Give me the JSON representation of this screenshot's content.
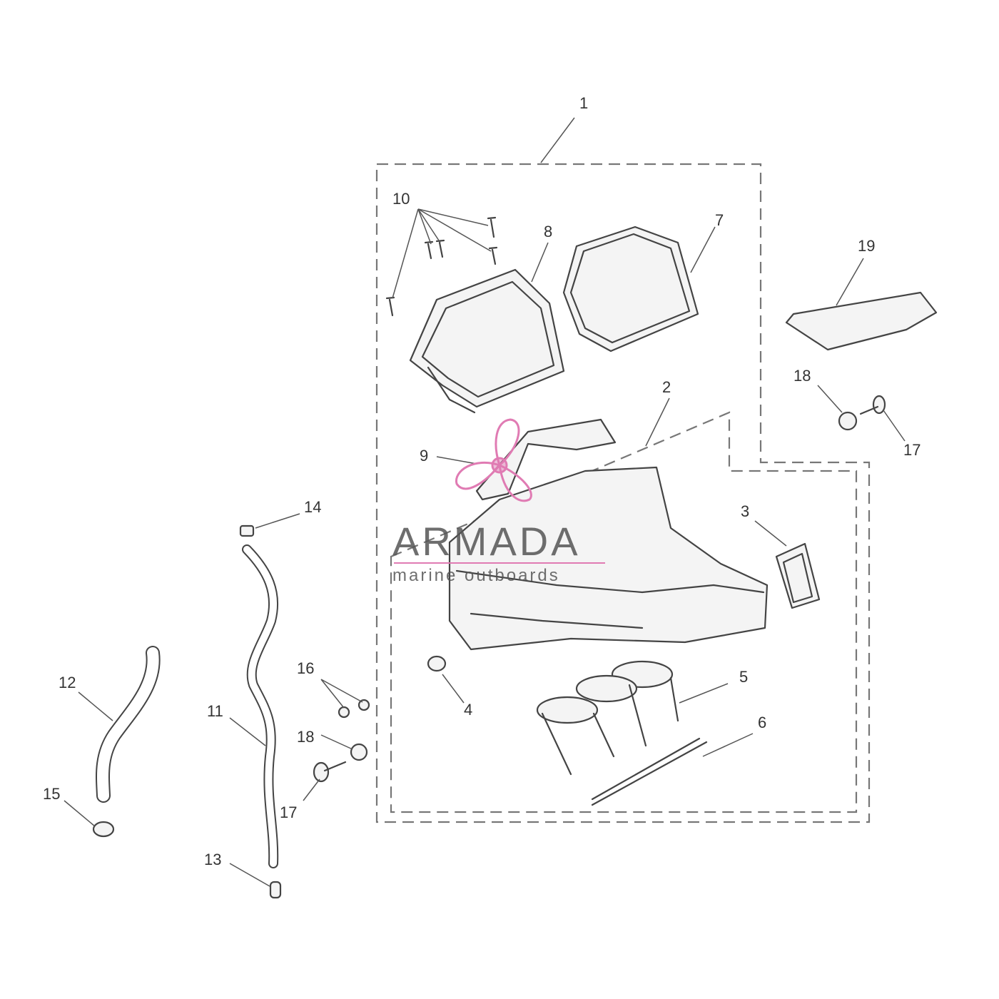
{
  "callouts": [
    "1",
    "2",
    "3",
    "4",
    "5",
    "6",
    "7",
    "8",
    "9",
    "10",
    "11",
    "12",
    "13",
    "14",
    "15",
    "16",
    "17",
    "18",
    "19",
    "17",
    "18"
  ],
  "watermark": {
    "brand": "ARMADA",
    "tagline": "marine outboards",
    "accent_color": "#e07bb3"
  },
  "colors": {
    "line": "#444444",
    "dashed_group": "#777777",
    "background": "#ffffff"
  }
}
